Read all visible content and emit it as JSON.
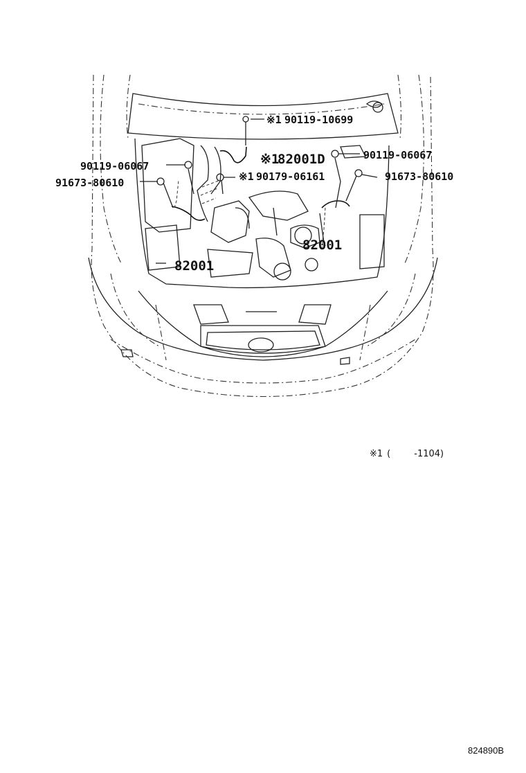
{
  "diagram": {
    "labels": {
      "bolt_top": "90119-10699",
      "cable_d": "82001D",
      "bolt_right_upper": "90119-06067",
      "bolt_left_upper": "90119-06067",
      "nut_center": "90179-06161",
      "bolt_left_lower": "91673-80610",
      "bolt_right_lower": "91673-80610",
      "harness_right": "82001",
      "harness_left": "82001"
    },
    "marker_symbol": "※1",
    "note": {
      "symbol": "※1",
      "open_paren": "(",
      "range_end": "-1104",
      "close_paren": ")"
    },
    "figure_code": "824890B"
  }
}
